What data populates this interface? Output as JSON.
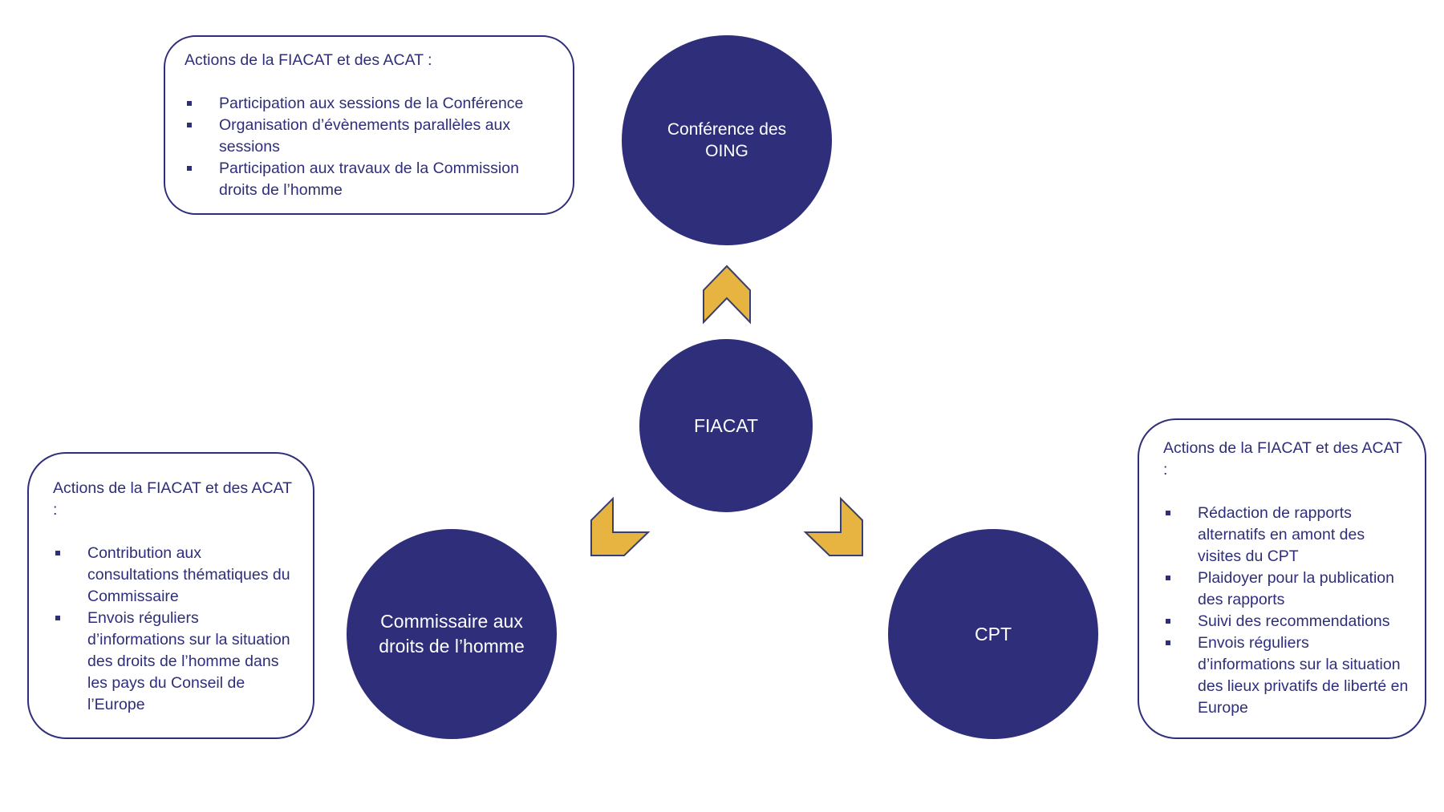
{
  "colors": {
    "circle_fill": "#2E2E7A",
    "text_dark": "#2E2E7A",
    "arrow_fill": "#E8B441",
    "arrow_stroke": "#3A3F6B",
    "background": "#FFFFFF"
  },
  "nodes": {
    "center": {
      "label": "FIACAT"
    },
    "top": {
      "label": "Conférence des OING"
    },
    "left": {
      "label": "Commissaire aux droits de l’homme"
    },
    "right": {
      "label": "CPT"
    }
  },
  "boxes": {
    "oing": {
      "title": "Actions de la FIACAT et des ACAT :",
      "items": [
        "Participation aux sessions de la Conférence",
        "Organisation d’évènements parallèles aux sessions",
        "Participation aux travaux de la Commission droits de l’homme"
      ]
    },
    "commissaire": {
      "title": "Actions de la FIACAT et des ACAT :",
      "items": [
        "Contribution aux consultations thématiques du Commissaire",
        "Envois réguliers d’informations sur la situation des droits de l’homme dans les pays du Conseil de l’Europe"
      ]
    },
    "cpt": {
      "title": "Actions de la FIACAT et des ACAT :",
      "items": [
        "Rédaction de rapports alternatifs en amont des visites du CPT",
        "Plaidoyer pour la publication des rapports",
        "Suivi des recommendations",
        "Envois réguliers d’informations sur la situation des lieux privatifs de liberté en Europe"
      ]
    }
  },
  "arrows": [
    {
      "direction": "up",
      "icon": "chevron-up-icon"
    },
    {
      "direction": "down-left",
      "icon": "chevron-down-left-icon"
    },
    {
      "direction": "down-right",
      "icon": "chevron-down-right-icon"
    }
  ]
}
